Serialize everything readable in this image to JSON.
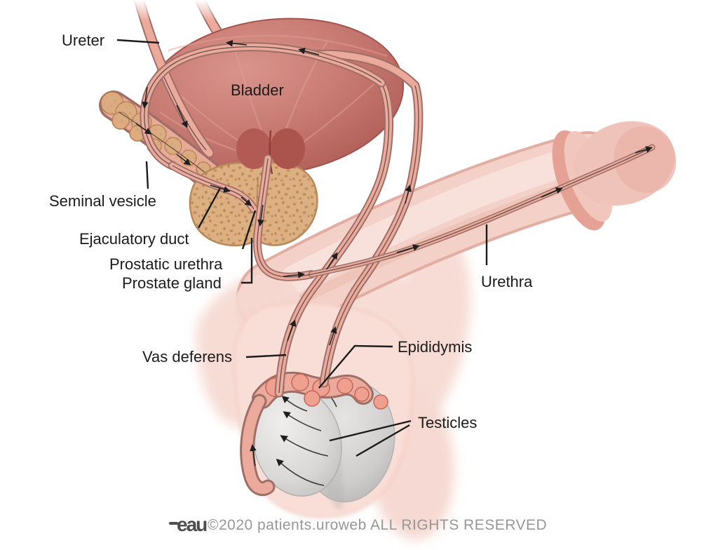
{
  "labels": {
    "ureter": "Ureter",
    "bladder": "Bladder",
    "seminal_vesicle": "Seminal vesicle",
    "ejaculatory_duct": "Ejaculatory duct",
    "prostatic_urethra": "Prostatic urethra",
    "prostate_gland": "Prostate gland",
    "vas_deferens": "Vas deferens",
    "urethra": "Urethra",
    "epididymis": "Epididymis",
    "testicles": "Testicles"
  },
  "footer": {
    "logo_text": "eau",
    "copyright": "©2020 patients.uroweb ALL RIGHTS RESERVED"
  },
  "colors": {
    "bladder": "#c4736c",
    "bladder_dark": "#a85650",
    "tube_fill": "#ebaa9c",
    "tube_outline": "#9d6f66",
    "prostate": "#ddb084",
    "prostate_speckle": "#b5854e",
    "seminal_vesicle": "#dcab80",
    "penis": "#f3d1c9",
    "glans": "#efc3ba",
    "scrotum": "#f9ded7",
    "testicle": "#d5d3d2",
    "epididymis": "#f0a08f",
    "label_text": "#1b1b1b",
    "footer_text": "#989696"
  }
}
